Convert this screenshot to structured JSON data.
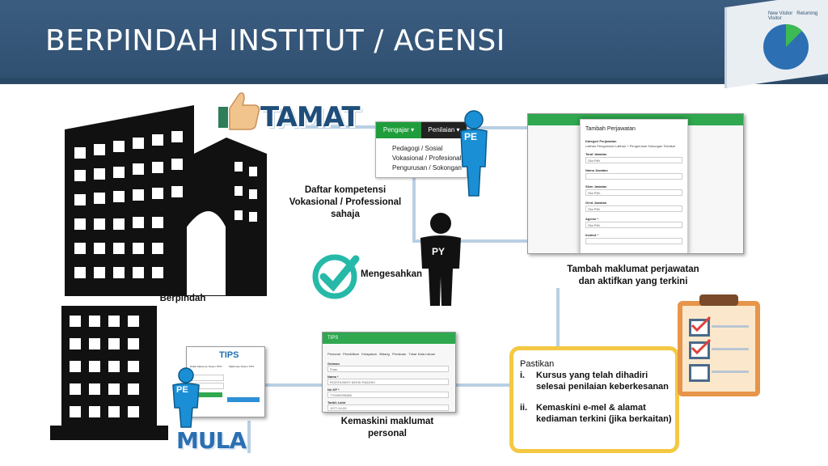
{
  "slide": {
    "title": "BERPINDAH INSTITUT / AGENSI"
  },
  "corner_chart": {
    "legend": [
      "New Visitor",
      "Returning Visitor"
    ],
    "colors": [
      "#2d6fb3",
      "#3cba54"
    ]
  },
  "labels": {
    "tamat": "TAMAT",
    "mula": "MULA",
    "berpindah": "Berpindah",
    "daftar": "Daftar kompetensi\nVokasional / Professional\nsahaja",
    "mengesahkan": "Mengesahkan",
    "tambah": "Tambah maklumat perjawatan\ndan aktifkan yang terkini",
    "kemaskini": "Kemaskini maklumat\npersonal",
    "pe_badge": "PE",
    "py_badge": "PY"
  },
  "menu": {
    "tabs": [
      "Pengajar ▾",
      "Penilaian ▾"
    ],
    "items": [
      "Pedagogi / Sosial",
      "Vokasional / Profesional",
      "Pengurusan / Sokongan"
    ]
  },
  "modal": {
    "title": "Tambah Perjawatan",
    "fields": [
      {
        "label": "Kategori Perjawatan",
        "value": "Latihan  Pengurusan  Latihan + Pengurusan  Sokongan Teknikal"
      },
      {
        "label": "Taraf Jawatan",
        "value": "Sila Pilih"
      },
      {
        "label": "Nama Jawatan",
        "value": ""
      },
      {
        "label": "Skim Jawatan",
        "value": "Sila Pilih"
      },
      {
        "label": "Gred Jawatan",
        "value": "Sila Pilih"
      },
      {
        "label": "Agensi *",
        "value": "Sila Pilih"
      },
      {
        "label": "Institut *",
        "value": ""
      }
    ]
  },
  "personal_shot": {
    "app": "TIPS",
    "tabs": [
      "Personal",
      "Pendidikan",
      "Kelayakan",
      "Bidang",
      "Perakuan",
      "Tukar Kata Laluan"
    ],
    "fields": [
      {
        "label": "Gelaran",
        "value": "Puan"
      },
      {
        "label": "Nama *",
        "value": "ROZITA BINTI MOHD RADZIKI"
      },
      {
        "label": "No KP *",
        "value": "770409095488"
      },
      {
        "label": "Tarikh Lahir",
        "value": "1977-04-09"
      }
    ]
  },
  "login_shot": {
    "logo": "TIPS",
    "heading": "Daftar Masuk ke Sistem TIPS",
    "side_heading": "Makluman Sistem TIPS"
  },
  "callout": {
    "heading": "Pastikan",
    "items": [
      {
        "num": "i.",
        "text": "Kursus yang telah dihadiri selesai penilaian keberkesanan"
      },
      {
        "num": "ii.",
        "text": "Kemaskini e-mel & alamat kediaman terkini (jika berkaitan)"
      }
    ]
  }
}
